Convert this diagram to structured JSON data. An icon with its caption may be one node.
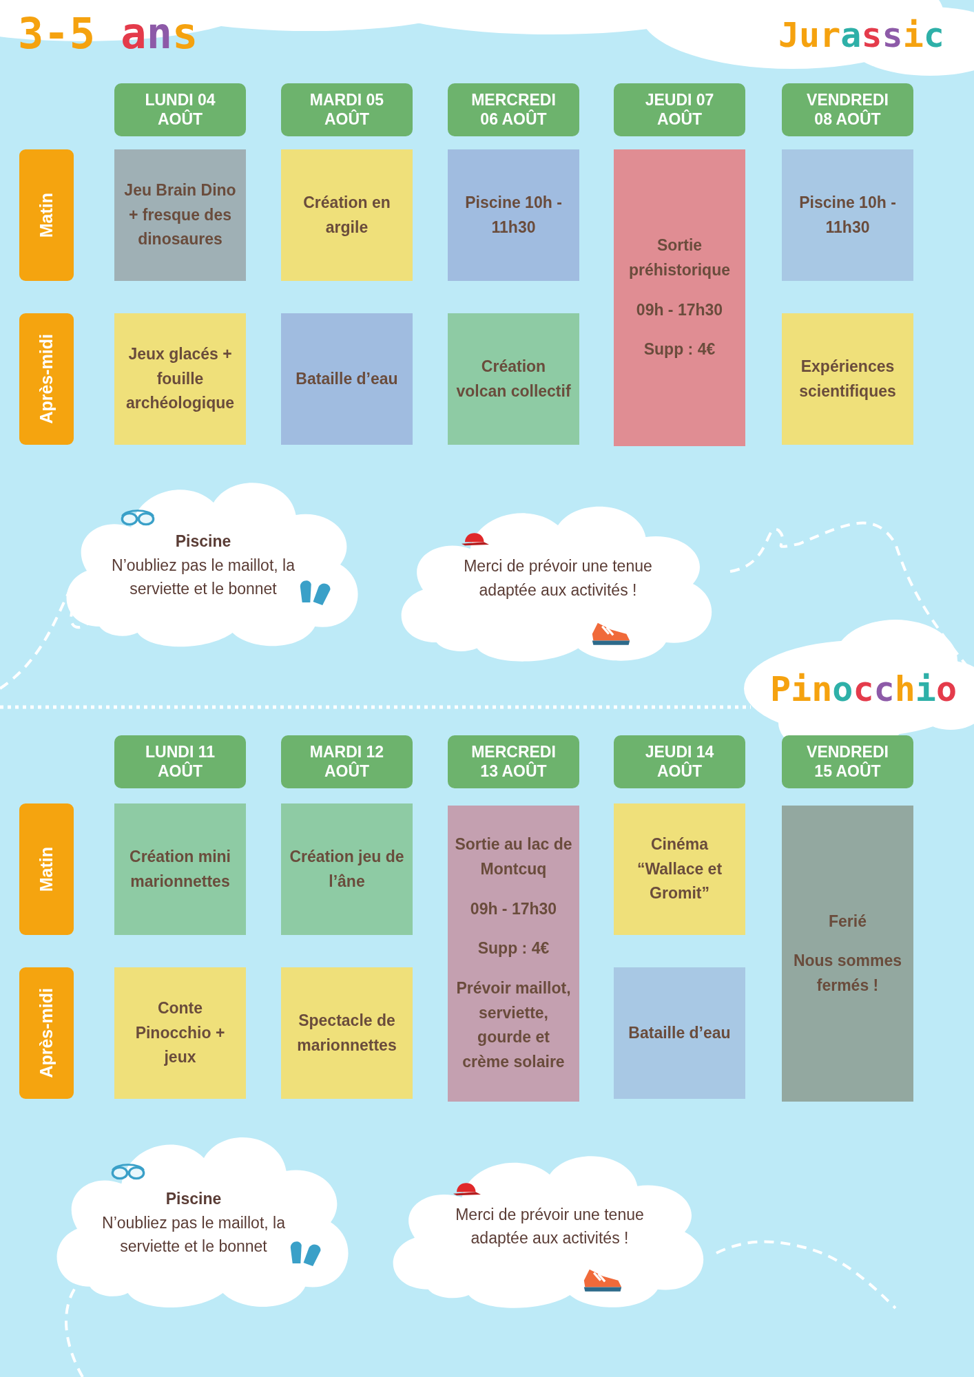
{
  "diagram": {
    "title": "3-5 ans",
    "nodes": [
      {
        "text": [
          "LUNDI 04 AOÛT"
        ]
      },
      {
        "text": [
          "MARDI 05 AOÛT"
        ]
      },
      {
        "text": [
          "MERCREDI 06 AOÛT"
        ]
      },
      {
        "text": [
          "JEUDI 07 AOÛT"
        ]
      },
      {
        "text": [
          "VENDREDI 08 AOÛT"
        ]
      },
      {
        "text": [
          "Matin"
        ]
      },
      {
        "text": [
          "Jeu Brain Dino + fresque des dinosaures"
        ]
      },
      {
        "text": [
          "Création en argile"
        ]
      },
      {
        "text": [
          "Piscine 10h - 11h30"
        ]
      },
      {
        "text": [
          "Sortie préhistorique",
          "09h - 17h30",
          "Supp : 4€"
        ]
      },
      {
        "text": [
          "Piscine 10h - 11h30"
        ]
      },
      {
        "text": [
          "Après-midi"
        ]
      },
      {
        "text": [
          "Jeux glacés + fouille archéologique"
        ]
      },
      {
        "text": [
          "Bataille d’eau"
        ]
      },
      {
        "text": [
          "Création volcan collectif"
        ]
      },
      {
        "text": [
          "Expériences scientifiques"
        ]
      },
      {
        "text": [
          "Piscine",
          "N’oubliez pas le maillot, la serviette et le bonnet"
        ]
      },
      {
        "text": [
          "Merci de prévoir une tenue adaptée aux activités !"
        ]
      },
      {
        "text": [
          "LUNDI 11 AOÛT"
        ]
      },
      {
        "text": [
          "MARDI 12 AOÛT"
        ]
      },
      {
        "text": [
          "MERCREDI 13 AOÛT"
        ]
      },
      {
        "text": [
          "JEUDI 14 AOÛT"
        ]
      },
      {
        "text": [
          "VENDREDI 15 AOÛT"
        ]
      },
      {
        "text": [
          "Matin"
        ]
      },
      {
        "text": [
          "Création mini marionnettes"
        ]
      },
      {
        "text": [
          "Création jeu de l’âne"
        ]
      },
      {
        "text": [
          "Sortie au lac de Montcuq",
          "09h - 17h30",
          "Supp : 4€",
          "Prévoir maillot, serviette, gourde et crème solaire"
        ]
      },
      {
        "text": [
          "Cinéma “Wallace et Gromit”"
        ]
      },
      {
        "text": [
          "Ferié",
          "Nous sommes fermés !"
        ]
      },
      {
        "text": [
          "Après-midi"
        ]
      },
      {
        "text": [
          "Conte Pinocchio + jeux"
        ]
      },
      {
        "text": [
          "Spectacle de marionnettes"
        ]
      },
      {
        "text": [
          "Bataille d’eau"
        ]
      },
      {
        "text": [
          "Piscine",
          "N’oubliez pas le maillot, la serviette et le bonnet"
        ]
      },
      {
        "text": [
          "Merci de prévoir une tenue adaptée aux activités !"
        ]
      }
    ],
    "edges": [],
    "labels": [
      "Jurassic",
      "Pinocchio"
    ]
  }
}
